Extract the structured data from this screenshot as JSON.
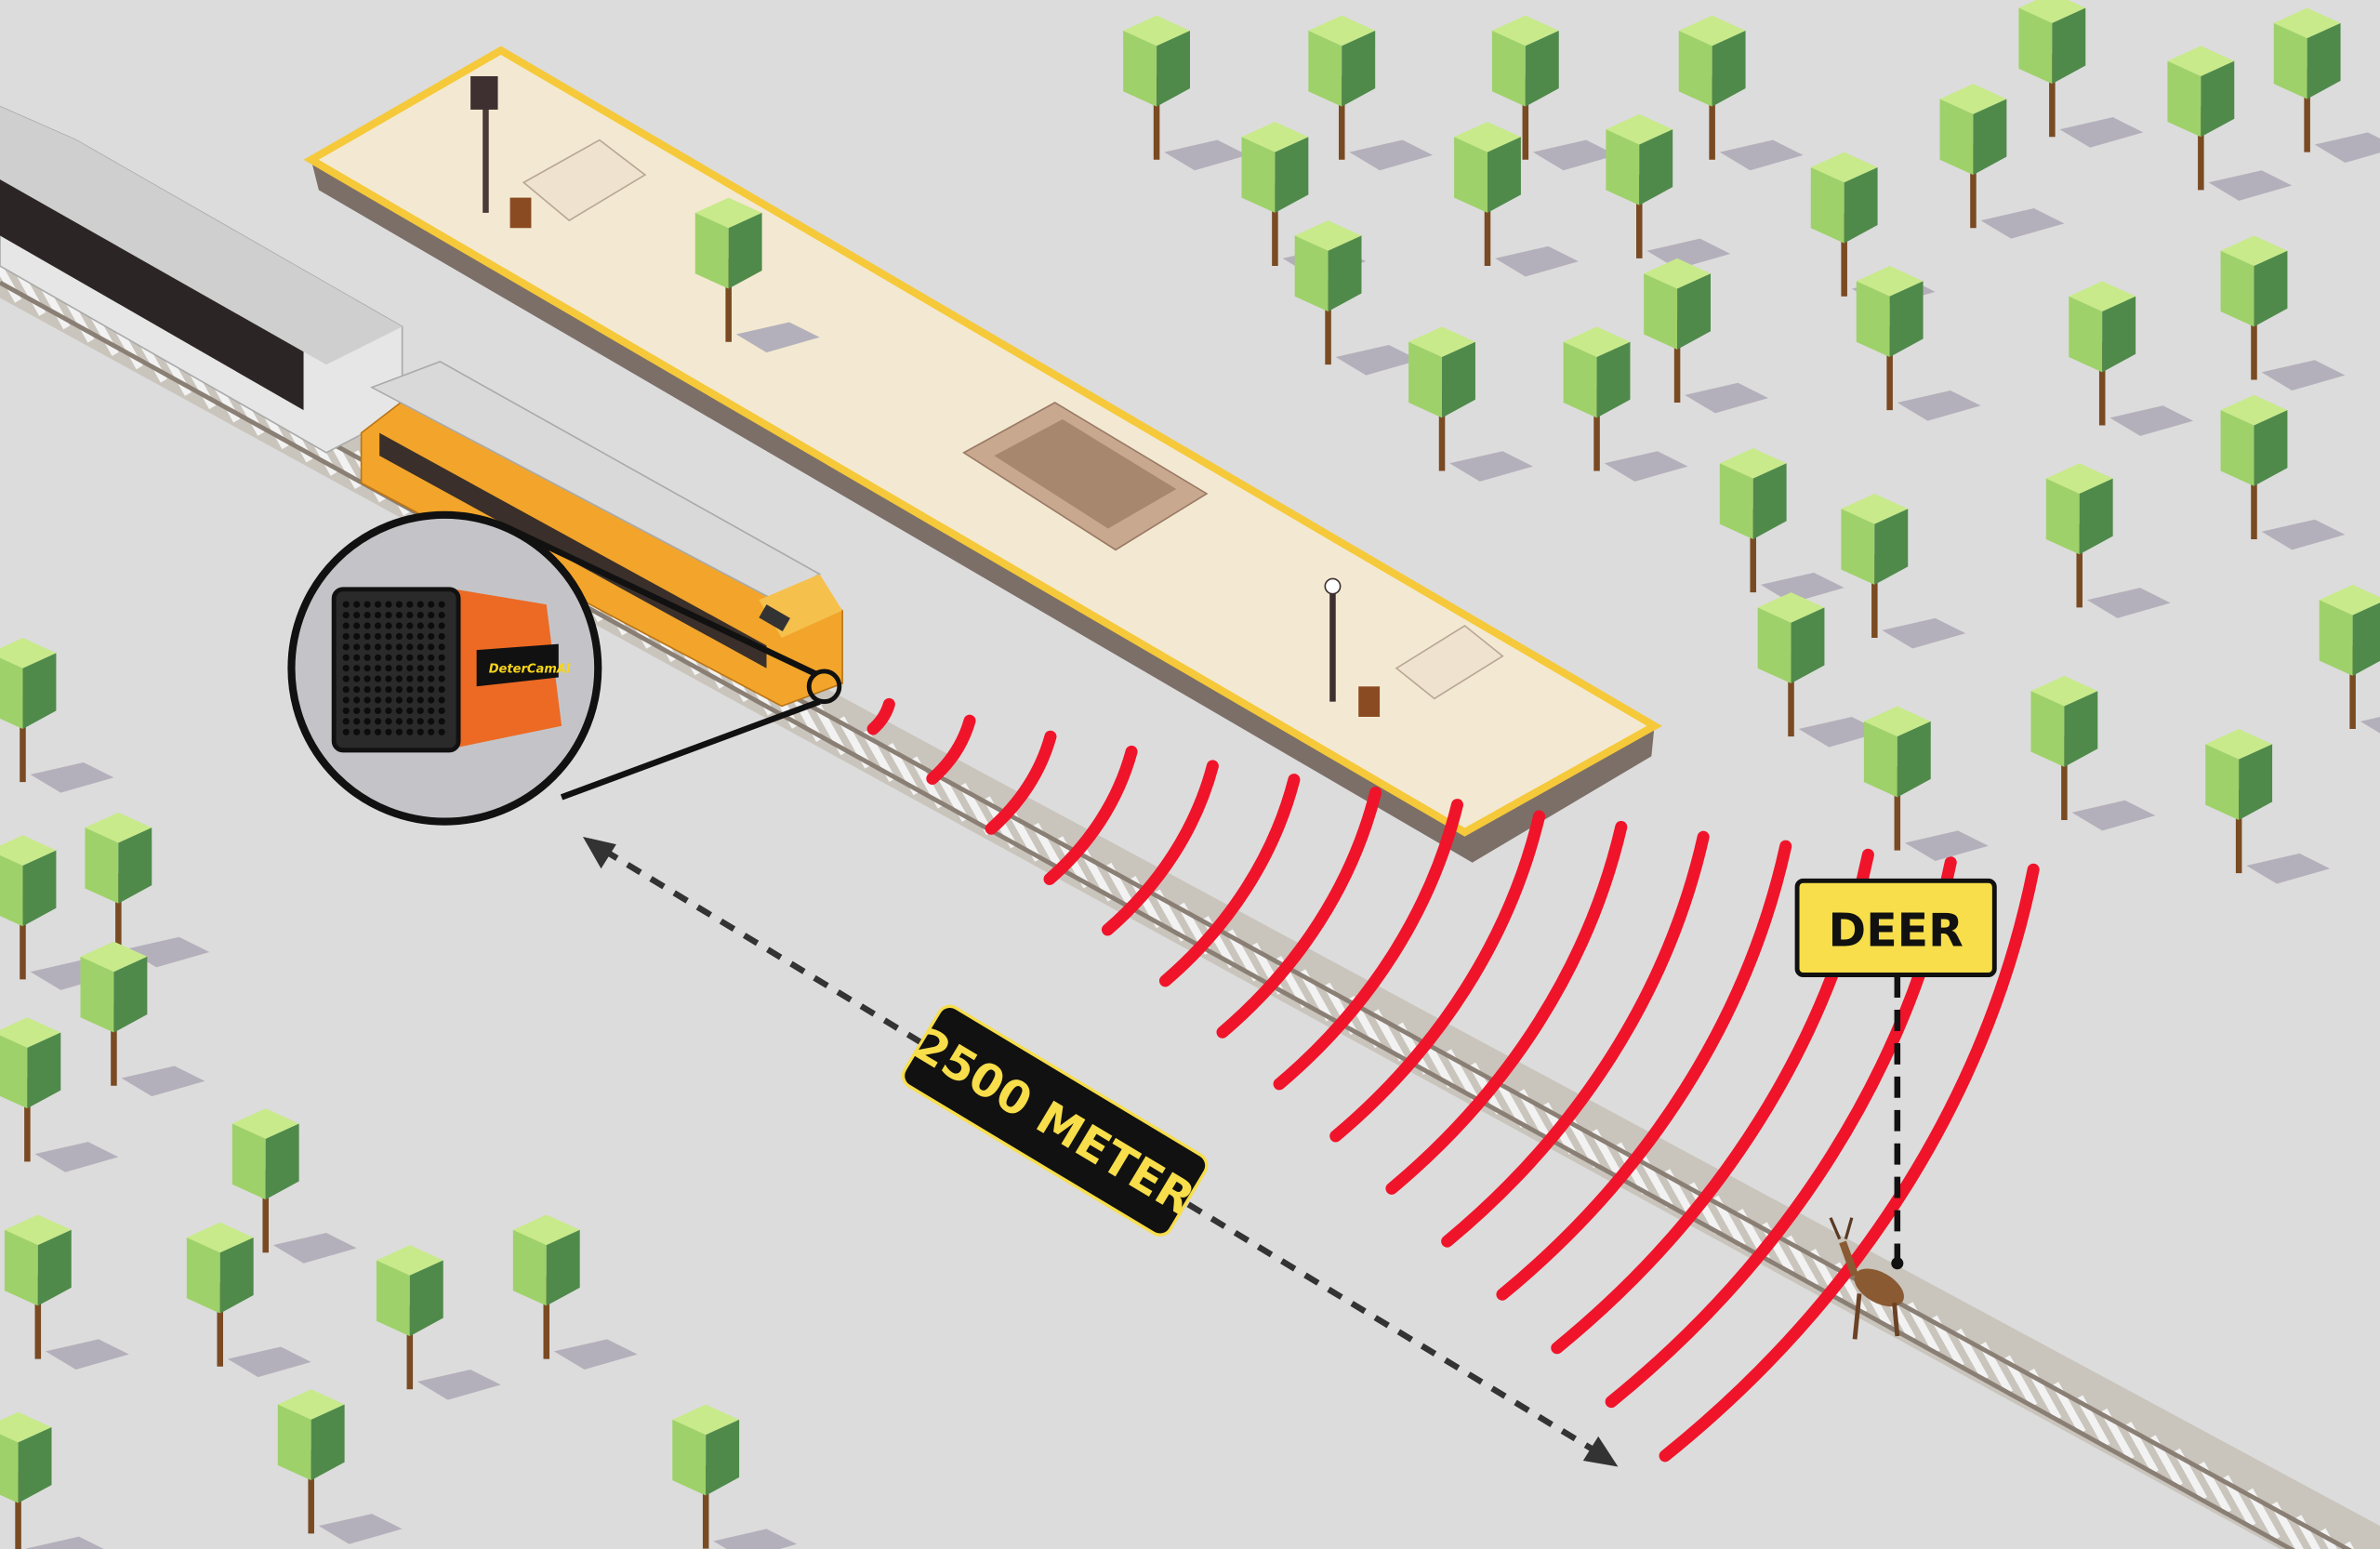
{
  "scene": {
    "distance_label": "2500 METER",
    "target_label": "DEER",
    "device_brand": "DeterCamAI"
  },
  "colors": {
    "background": "#dcdcdc",
    "signal_wave": "#f0142a",
    "label_yellow": "#f7de4a",
    "platform": "#f3e9d2",
    "platform_edge": "#f5c93a",
    "locomotive": "#f2a52a",
    "device_orange": "#ec6a24"
  }
}
